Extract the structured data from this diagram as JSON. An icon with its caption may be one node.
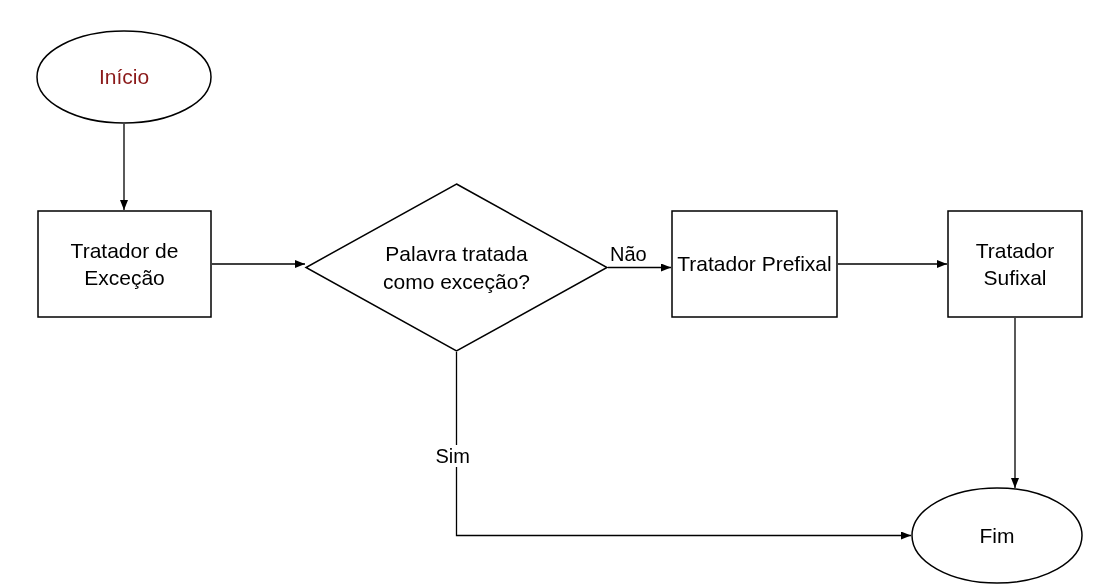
{
  "diagram": {
    "nodes": [
      {
        "text": [
          "Início"
        ]
      },
      {
        "text": [
          "Tratador de Exceção"
        ]
      },
      {
        "text": [
          "Palavra tratada como exceção?"
        ]
      },
      {
        "text": [
          "Tratador Prefixal"
        ]
      },
      {
        "text": [
          "Tratador Sufixal"
        ]
      },
      {
        "text": [
          "Fim"
        ]
      }
    ],
    "edges": [
      {
        "from": 0,
        "to": 1,
        "arrow": "to"
      },
      {
        "from": 1,
        "to": 2,
        "arrow": "to"
      },
      {
        "from": 2,
        "to": 3,
        "arrow": "to",
        "label": "Não"
      },
      {
        "from": 3,
        "to": 4,
        "arrow": "to"
      },
      {
        "from": 4,
        "to": 5,
        "arrow": "to"
      },
      {
        "from": 2,
        "to": 5,
        "arrow": "to",
        "label": "Sim"
      }
    ]
  }
}
